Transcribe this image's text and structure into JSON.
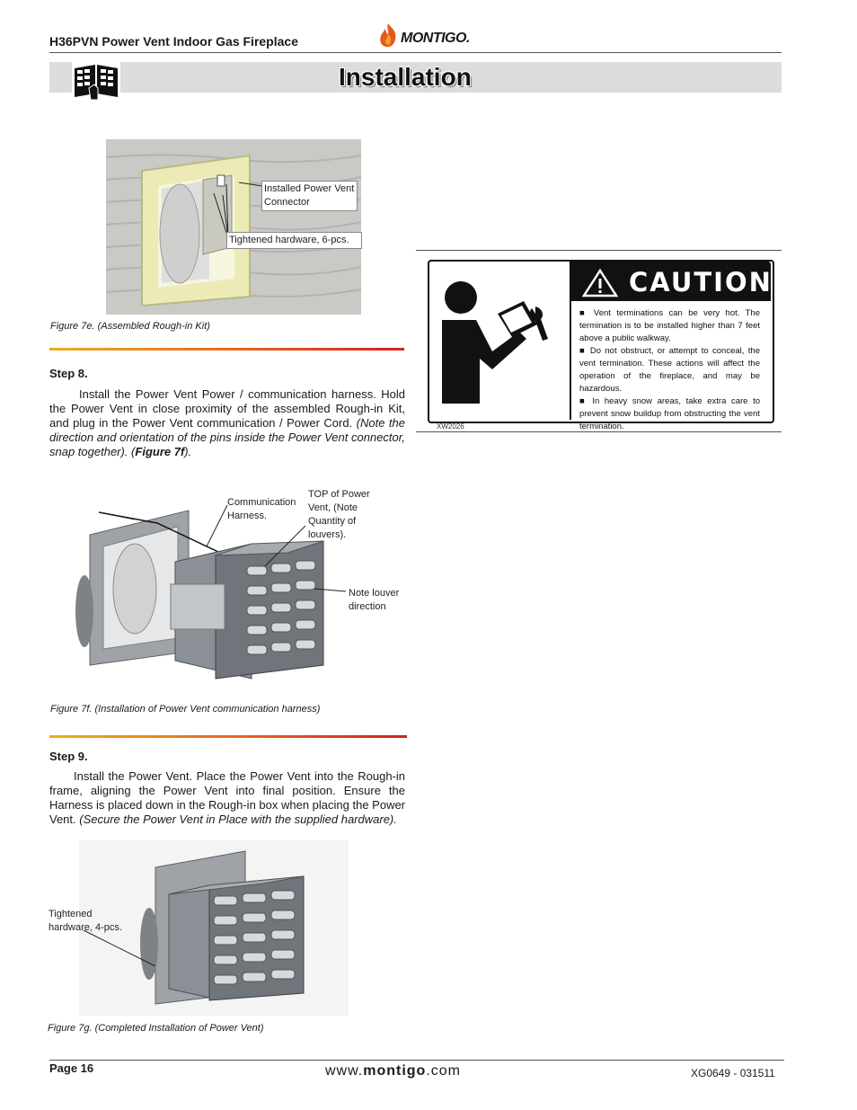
{
  "header": {
    "doc_title": "H36PVN Power Vent Indoor Gas Fireplace",
    "brand": "MONTIGO.",
    "section_title": "Installation",
    "brand_color": "#e35a1c"
  },
  "figure_7e": {
    "callout_connector": "Installed Power Vent Connector",
    "callout_hardware": "Tightened hardware, 6-pcs.",
    "caption": "Figure 7e. (Assembled Rough-in Kit)"
  },
  "step8": {
    "label": "Step 8.",
    "text": "Install the Power Vent Power / communication harness. Hold the Power Vent in close proximity of the assembled Rough-in Kit, and plug in the Power Vent communication / Power Cord.",
    "note": "(Note the direction and orientation of the pins inside the Power Vent connector, snap together). (",
    "ref": "Figure 7f",
    "note_end": ")."
  },
  "figure_7f": {
    "callout_harness": "Communication Harness.",
    "callout_top": "TOP of Power Vent, (Note Quantity of louvers).",
    "callout_louver": "Note louver direction",
    "caption": "Figure 7f. (Installation of Power Vent communication  harness)"
  },
  "step9": {
    "label": "Step 9.",
    "text": "Install the Power Vent. Place the Power Vent into the Rough-in frame, aligning the Power Vent into final position. Ensure the Harness is placed down in the Rough-in box when placing the Power Vent.",
    "note": "(Secure the Power Vent in Place with the supplied hardware)."
  },
  "figure_7g": {
    "callout_hardware": "Tightened hardware, 4-pcs.",
    "caption": "Figure 7g.  (Completed Installation of Power Vent)"
  },
  "caution": {
    "word": "CAUTION",
    "items": [
      "■  Vent terminations can be very hot. The termination is to be installed higher than 7 feet above a public walkway.",
      "■  Do not obstruct, or attempt to conceal, the vent termination. These actions will affect the operation of the fireplace, and may be hazardous.",
      "■  In heavy snow areas, take extra care to prevent snow buildup from obstructing the vent termination."
    ],
    "code": "XW2026"
  },
  "footer": {
    "page": "Page 16",
    "site_prefix": "www.",
    "site_brand": "montigo",
    "site_suffix": ".com",
    "doc_code": "XG0649 - 031511"
  }
}
